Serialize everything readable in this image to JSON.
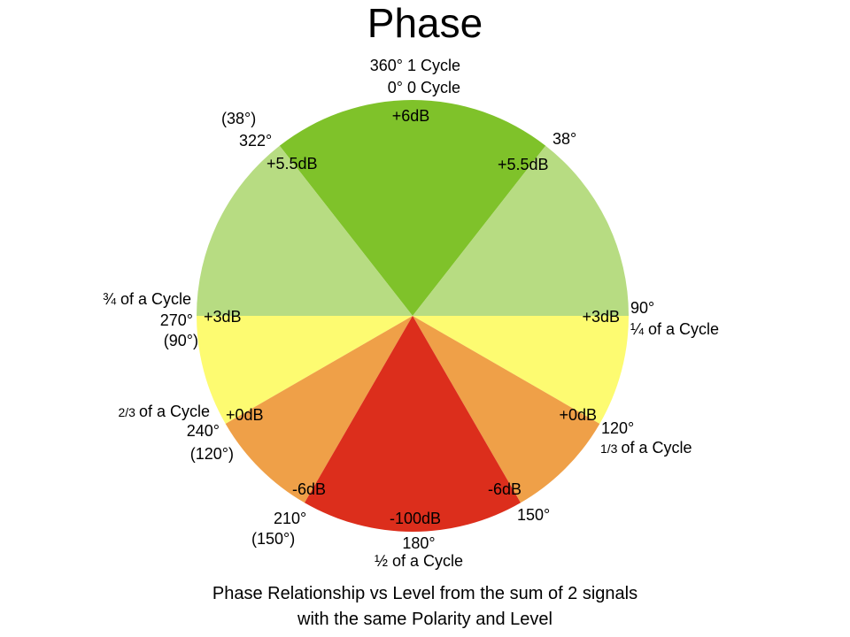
{
  "title": "Phase",
  "caption": {
    "line1": "Phase Relationship vs Level from the sum of 2 signals",
    "line2": "with the same Polarity and Level"
  },
  "colors": {
    "top": "#7fc22a",
    "upper_sides": "#b7dc82",
    "middle_sides": "#fdfb71",
    "lower_sides": "#efa048",
    "bottom": "#dc2e1c",
    "text": "#000000",
    "background": "#ffffff"
  },
  "wedges": [
    {
      "name": "top",
      "from_deg": -38,
      "to_deg": 38,
      "level": "+6dB",
      "color_key": "top"
    },
    {
      "name": "upper-right",
      "from_deg": 38,
      "to_deg": 90,
      "level": "+5.5dB",
      "color_key": "upper_sides"
    },
    {
      "name": "upper-left",
      "from_deg": -90,
      "to_deg": -38,
      "level": "+5.5dB",
      "color_key": "upper_sides"
    },
    {
      "name": "middle-right",
      "from_deg": 90,
      "to_deg": 120,
      "level": "+3dB",
      "color_key": "middle_sides"
    },
    {
      "name": "middle-left",
      "from_deg": 240,
      "to_deg": 270,
      "level": "+3dB",
      "color_key": "middle_sides"
    },
    {
      "name": "lower-right",
      "from_deg": 120,
      "to_deg": 150,
      "level": "+0dB",
      "color_key": "lower_sides"
    },
    {
      "name": "lower-left",
      "from_deg": 210,
      "to_deg": 240,
      "level": "+0dB",
      "color_key": "lower_sides"
    },
    {
      "name": "bottom",
      "from_deg": 150,
      "to_deg": 210,
      "level": "-100dB",
      "color_key": "bottom"
    }
  ],
  "labels": {
    "top_360": "360°",
    "top_1cycle": "1 Cycle",
    "top_0": "0°",
    "top_0cycle": "0 Cycle",
    "top_db": "+6dB",
    "deg38_paren": "(38°)",
    "deg322": "322°",
    "db55_left": "+5.5dB",
    "deg38": "38°",
    "db55_right": "+5.5dB",
    "three_quarter": "¾ of a Cycle",
    "deg270": "270°",
    "deg90_paren": "(90°)",
    "db3_left": "+3dB",
    "deg90": "90°",
    "one_quarter": "¼ of a Cycle",
    "db3_right": "+3dB",
    "two_thirds_num": "2/3",
    "two_thirds_text": "of a Cycle",
    "deg240": "240°",
    "deg120_paren": "(120°)",
    "db0_left": "+0dB",
    "db0_right": "+0dB",
    "deg120": "120°",
    "one_third_num": "1/3",
    "one_third_text": "of a Cycle",
    "db6neg_left": "-6dB",
    "db6neg_right": "-6dB",
    "deg210": "210°",
    "deg150_paren": "(150°)",
    "deg150": "150°",
    "db100": "-100dB",
    "deg180": "180°",
    "half": "½ of a Cycle"
  }
}
